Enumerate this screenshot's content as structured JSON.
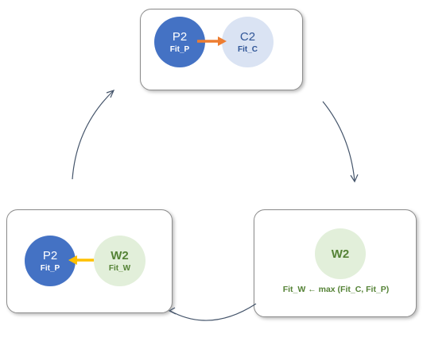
{
  "colors": {
    "dark_blue": "#4472c4",
    "light_blue": "#dae3f3",
    "light_green": "#e2efda",
    "dark_green": "#548235",
    "orange": "#ed7d31",
    "yellow": "#ffc000",
    "cycle_arrow": "#44546a"
  },
  "top": {
    "left_circle": {
      "label": "P2",
      "sub": "Fit_P"
    },
    "right_circle": {
      "label": "C2",
      "sub": "Fit_C"
    }
  },
  "right": {
    "circle": {
      "label": "W2"
    },
    "formula": "Fit_W ← max (Fit_C, Fit_P)"
  },
  "left": {
    "left_circle": {
      "label": "P2",
      "sub": "Fit_P"
    },
    "right_circle": {
      "label": "W2",
      "sub": "Fit_W"
    }
  }
}
